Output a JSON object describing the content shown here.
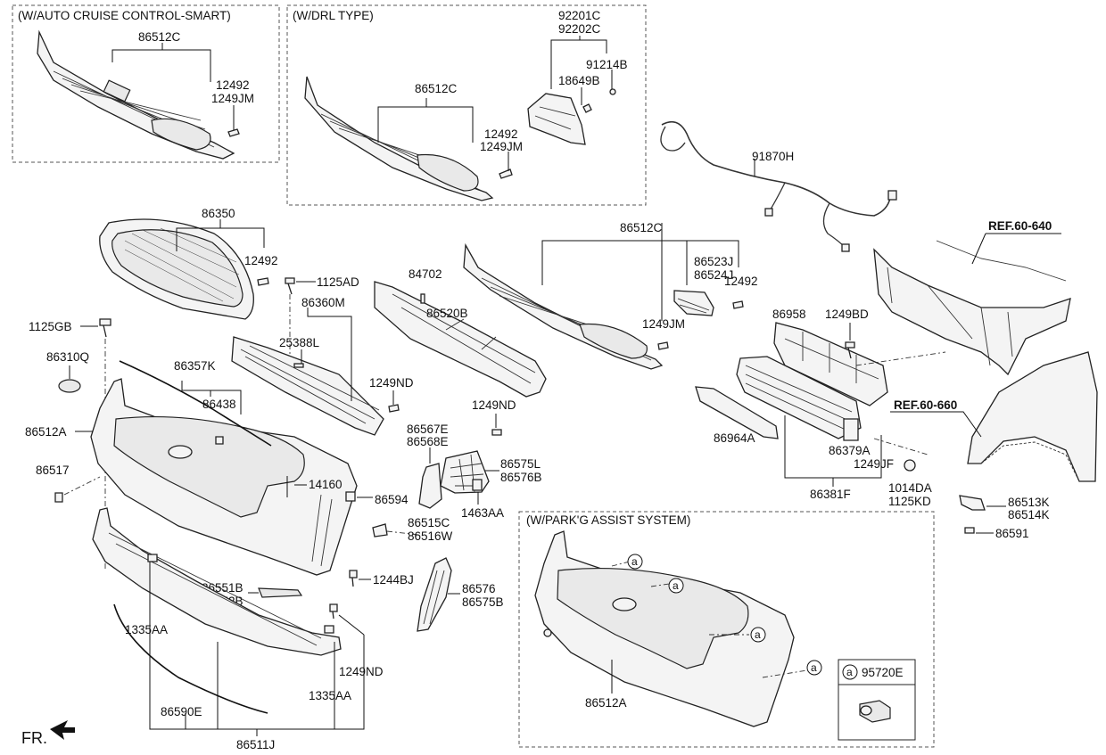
{
  "sections": {
    "auto_cruise": "(W/AUTO CRUISE CONTROL-SMART)",
    "drl": "(W/DRL TYPE)",
    "park_assist": "(W/PARK'G ASSIST SYSTEM)"
  },
  "refs": {
    "ref_640": "REF.60-640",
    "ref_660": "REF.60-660"
  },
  "front_indicator": "FR.",
  "legend": {
    "marker": "a",
    "part": "95720E"
  },
  "labels": {
    "p86512C_a": "86512C",
    "p12492_a": "12492",
    "p1249JM_a": "1249JM",
    "p86512C_b": "86512C",
    "p12492_b": "12492",
    "p1249JM_b": "1249JM",
    "p92201C": "92201C",
    "p92202C": "92202C",
    "p91214B": "91214B",
    "p18649B": "18649B",
    "p91870H": "91870H",
    "p86350": "86350",
    "p12492_c": "12492",
    "p1125AD": "1125AD",
    "p84702": "84702",
    "p86512C_c": "86512C",
    "p86523J": "86523J",
    "p86524J": "86524J",
    "p12492_d": "12492",
    "p86520B": "86520B",
    "p86360M": "86360M",
    "p25388L": "25388L",
    "p1125GB": "1125GB",
    "p86310Q": "86310Q",
    "p86357K": "86357K",
    "p86438": "86438",
    "p1249ND_a": "1249ND",
    "p1249ND_b": "1249ND",
    "p1249JM_c": "1249JM",
    "p86958": "86958",
    "p1249BD": "1249BD",
    "p86512A": "86512A",
    "p86517": "86517",
    "p14160": "14160",
    "p86594": "86594",
    "p86567E": "86567E",
    "p86568E": "86568E",
    "p86575L": "86575L",
    "p86576B": "86576B",
    "p1463AA": "1463AA",
    "p86964A": "86964A",
    "p86379A": "86379A",
    "p1249JF": "1249JF",
    "p86381F": "86381F",
    "p1014DA": "1014DA",
    "p1125KD": "1125KD",
    "p86513K": "86513K",
    "p86514K": "86514K",
    "p86591": "86591",
    "p86515C": "86515C",
    "p86516W": "86516W",
    "p1244BJ": "1244BJ",
    "p86551B": "86551B",
    "p86552B": "86552B",
    "p86576": "86576",
    "p86575B": "86575B",
    "p1335AA_a": "1335AA",
    "p1249ND_c": "1249ND",
    "p1335AA_b": "1335AA",
    "p86590E": "86590E",
    "p86511J": "86511J",
    "p86512A_b": "86512A"
  }
}
